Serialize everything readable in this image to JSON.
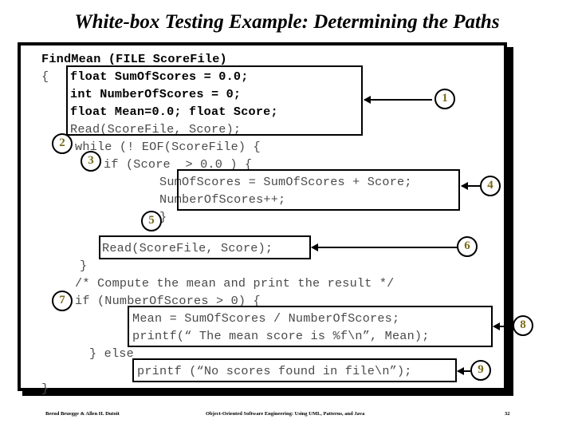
{
  "slide": {
    "title": "White-box Testing Example: Determining the Paths",
    "page_number": "32"
  },
  "footer": {
    "authors": "Bernd Bruegge & Allen H. Dutoit",
    "book": "Object-Oriented Software Engineering: Using UML, Patterns, and Java"
  },
  "colors": {
    "text": "#000000",
    "code_gray": "#4a4a4a",
    "circle_number": "#7a6a18",
    "frame": "#000000",
    "background": "#ffffff"
  },
  "code": {
    "signature": "FindMean (FILE ScoreFile)",
    "open_brace": "{",
    "line_sum_decl": "float SumOfScores = 0.0;",
    "line_count_decl": "int NumberOfScores = 0;",
    "line_mean_decl": "float Mean=0.0; float Score;",
    "line_read_1": "Read(ScoreFile, Score);",
    "line_while": "while (! EOF(ScoreFile) {",
    "line_if_score": "if (Score  > 0.0 ) {",
    "line_sum_add": "SumOfScores = SumOfScores + Score;",
    "line_count_inc": "NumberOfScores++;",
    "line_close_if": "}",
    "line_read_2": "Read(ScoreFile, Score);",
    "line_close_while": "}",
    "line_comment": "/* Compute the mean and print the result */",
    "line_if_count": "if (NumberOfScores > 0) {",
    "line_mean_calc": "Mean = SumOfScores / NumberOfScores;",
    "line_printf_mean": "printf(“ The mean score is %f\\n”, Mean);",
    "line_else": "} else",
    "line_printf_none": "printf (“No scores found in file\\n”);",
    "line_close_fn": "}"
  },
  "markers": [
    {
      "id": "1",
      "label": "1"
    },
    {
      "id": "2",
      "label": "2"
    },
    {
      "id": "3",
      "label": "3"
    },
    {
      "id": "4",
      "label": "4"
    },
    {
      "id": "5",
      "label": "5"
    },
    {
      "id": "6",
      "label": "6"
    },
    {
      "id": "7",
      "label": "7"
    },
    {
      "id": "8",
      "label": "8"
    },
    {
      "id": "9",
      "label": "9"
    }
  ]
}
